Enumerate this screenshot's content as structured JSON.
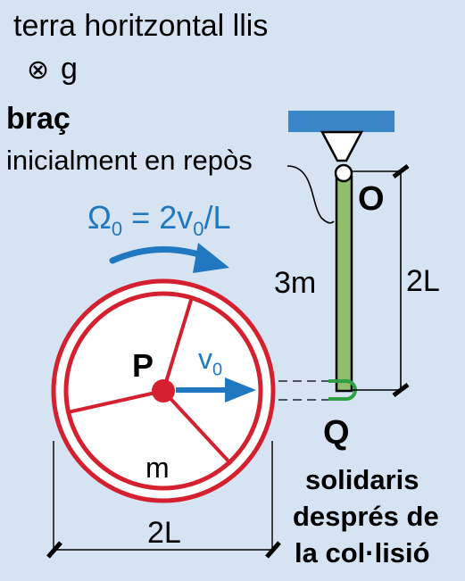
{
  "header": {
    "line1": "terra horitzontal llis",
    "gravity_symbol": "⊗",
    "gravity_label": "g"
  },
  "arm": {
    "title": "braç",
    "subtitle": "inicialment en repòs",
    "pivot_label": "O",
    "mass_label": "3m",
    "length_label": "2L",
    "end_label": "Q"
  },
  "wheel": {
    "omega_symbol": "Ω",
    "omega_sub": "0",
    "omega_eq": " = 2v",
    "omega_v_sub": "0",
    "omega_tail": "/L",
    "center_label": "P",
    "velocity_symbol": "v",
    "velocity_sub": "0",
    "mass_label": "m",
    "diameter_label": "2L"
  },
  "note": {
    "line1": "solidaris",
    "line2": "després de",
    "line3": "la col·lisió"
  },
  "colors": {
    "background": "#d5e3f3",
    "ceiling": "#3a86c8",
    "rod": "#8fbf6b",
    "wheel": "#d4202f",
    "accent": "#1f78c0",
    "hook": "#2ea043"
  }
}
